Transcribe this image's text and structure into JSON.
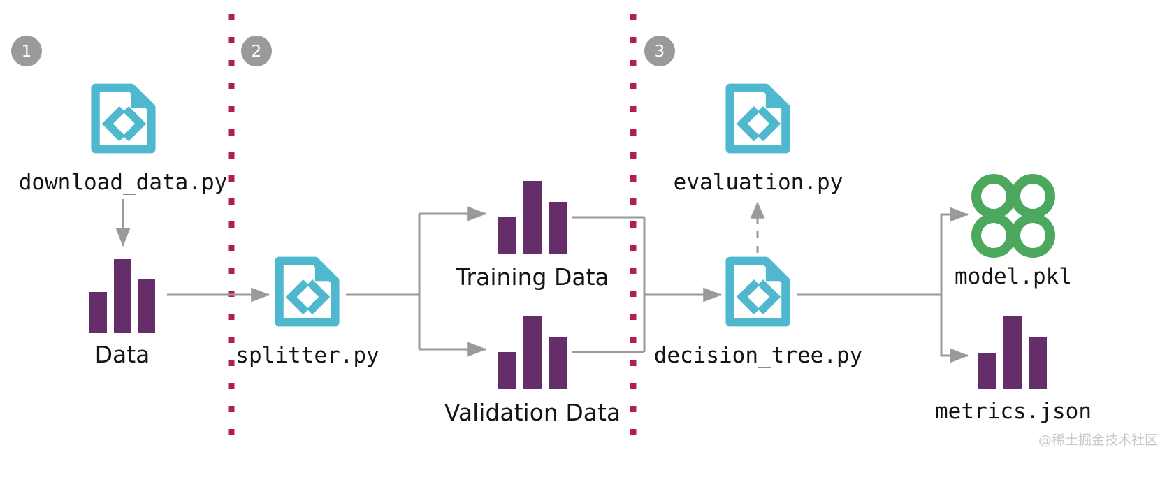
{
  "diagram": {
    "title": "ML pipeline stages diagram",
    "colors": {
      "script_icon": "#4FB8CE",
      "bar_purple": "#662D6B",
      "ring_green": "#4CA85C",
      "divider_crimson": "#B01F52",
      "badge_gray": "#9A9A9A",
      "arrow_gray": "#9A9A9A",
      "label_black": "#141414",
      "watermark_gray": "#c9c9c9",
      "background": "#FFFFFF"
    },
    "stages": [
      {
        "number": "1",
        "name": "stage-one"
      },
      {
        "number": "2",
        "name": "stage-two"
      },
      {
        "number": "3",
        "name": "stage-three"
      }
    ],
    "nodes": [
      {
        "id": "download-data",
        "label": "download_data.py",
        "kind": "script-file",
        "label_font": "mono"
      },
      {
        "id": "data",
        "label": "Data",
        "kind": "bar-chart",
        "label_font": "sans"
      },
      {
        "id": "splitter",
        "label": "splitter.py",
        "kind": "script-file",
        "label_font": "mono"
      },
      {
        "id": "training-data",
        "label": "Training Data",
        "kind": "bar-chart",
        "label_font": "sans"
      },
      {
        "id": "validation-data",
        "label": "Validation Data",
        "kind": "bar-chart",
        "label_font": "sans"
      },
      {
        "id": "evaluation",
        "label": "evaluation.py",
        "kind": "script-file",
        "label_font": "mono"
      },
      {
        "id": "decision-tree",
        "label": "decision_tree.py",
        "kind": "script-file",
        "label_font": "mono"
      },
      {
        "id": "model-pkl",
        "label": "model.pkl",
        "kind": "rings",
        "label_font": "mono"
      },
      {
        "id": "metrics-json",
        "label": "metrics.json",
        "kind": "bar-chart",
        "label_font": "mono"
      }
    ],
    "bar_chart_values": [
      0.52,
      1.0,
      0.72
    ],
    "watermark": "@稀土掘金技术社区"
  }
}
